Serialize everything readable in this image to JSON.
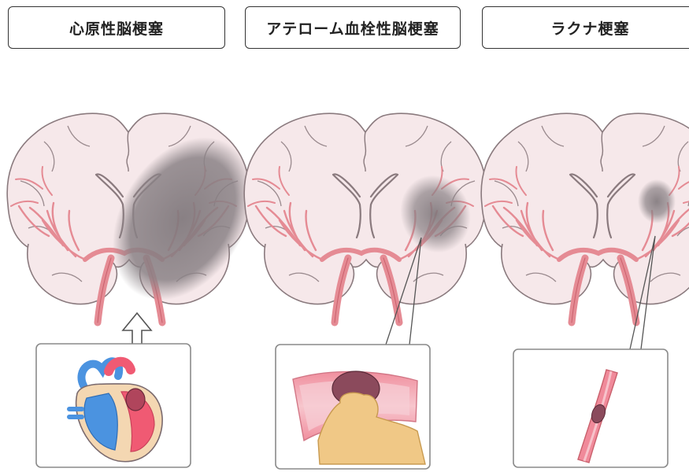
{
  "labels": {
    "cardioembolic": "心原性脳梗塞",
    "atherothrombotic": "アテローム血栓性脳梗塞",
    "lacunar": "ラクナ梗塞"
  },
  "colors": {
    "brain_fill": "#f6e8ea",
    "outline": "#8a7a7e",
    "vessel": "#e58b94",
    "vessel_dark": "#c9606c",
    "infarct": "#8c8488",
    "heart_blue": "#4b93e0",
    "heart_red": "#f05a73",
    "heart_beige": "#f4d7b2",
    "thrombus": "#8b4a5c",
    "plaque": "#f0c886"
  }
}
